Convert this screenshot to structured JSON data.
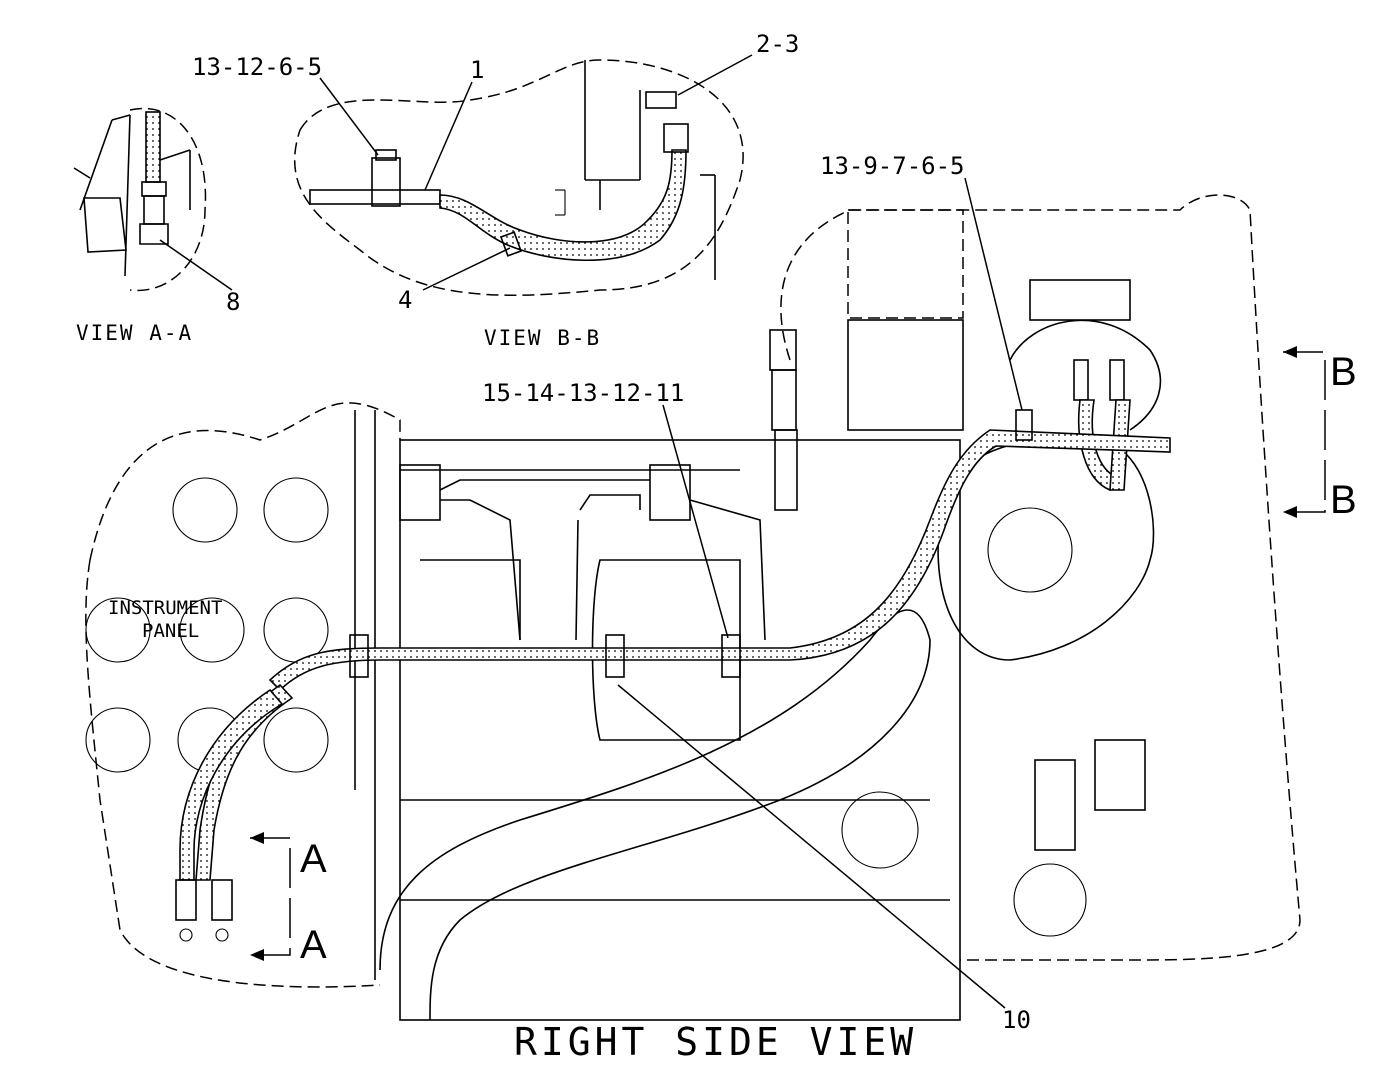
{
  "title": "RIGHT SIDE VIEW",
  "views": {
    "view_a": "VIEW A-A",
    "view_b": "VIEW B-B"
  },
  "instrument_panel": [
    "INSTRUMENT",
    "PANEL"
  ],
  "section_markers": {
    "a_top": "A",
    "a_bottom": "A",
    "b_top": "B",
    "b_bottom": "B"
  },
  "callouts": {
    "c_13_12_6_5": "13-12-6-5",
    "c_1": "1",
    "c_2_3": "2-3",
    "c_4": "4",
    "c_8": "8",
    "c_13_9_7_6_5": "13-9-7-6-5",
    "c_15_14_13_12_11": "15-14-13-12-11",
    "c_10": "10"
  },
  "colors": {
    "line": "#000000",
    "background": "#ffffff"
  }
}
